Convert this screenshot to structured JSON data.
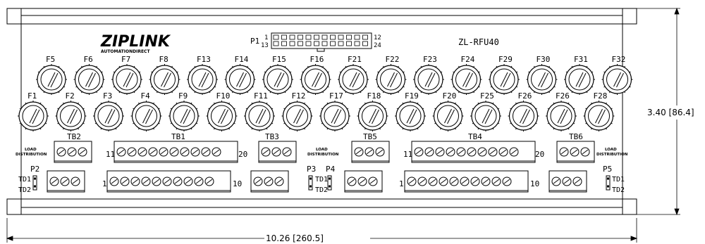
{
  "logo": {
    "brand": "ZIPLINK",
    "sub": "AUTOMATIONDIRECT"
  },
  "model": "ZL-RFU40",
  "connector": {
    "name": "P1",
    "pin_tl": "1",
    "pin_bl": "13",
    "pin_tr": "12",
    "pin_br": "24"
  },
  "fuses_top": [
    "F5",
    "F6",
    "F7",
    "F8",
    "F13",
    "F14",
    "F15",
    "F16",
    "F21",
    "F22",
    "F23",
    "F24",
    "F29",
    "F30",
    "F31",
    "F32"
  ],
  "fuses_bottom": [
    "F1",
    "F2",
    "F3",
    "F4",
    "F9",
    "F10",
    "F11",
    "F12",
    "F17",
    "F18",
    "F19",
    "F20",
    "F25",
    "F26",
    "F26",
    "F28"
  ],
  "terminal_blocks": {
    "tb2": "TB2",
    "tb1": "TB1",
    "tb3": "TB3",
    "tb5": "TB5",
    "tb4": "TB4",
    "tb6": "TB6",
    "tb1_left": "11",
    "tb1_right": "20",
    "tb1_bottom_left": "1",
    "tb1_bottom_right": "10",
    "tb4_left": "11",
    "tb4_right": "20",
    "tb4_bottom_left": "1",
    "tb4_bottom_right": "10"
  },
  "load_distribution": {
    "line1": "LOAD",
    "line2": "DISTRIBUTION"
  },
  "headers": {
    "p2": "P2",
    "p3": "P3",
    "p4": "P4",
    "p5": "P5",
    "td1": "TD1",
    "td2": "TD2"
  },
  "dimensions": {
    "height": "3.40 [86.4]",
    "width": "10.26 [260.5]"
  }
}
